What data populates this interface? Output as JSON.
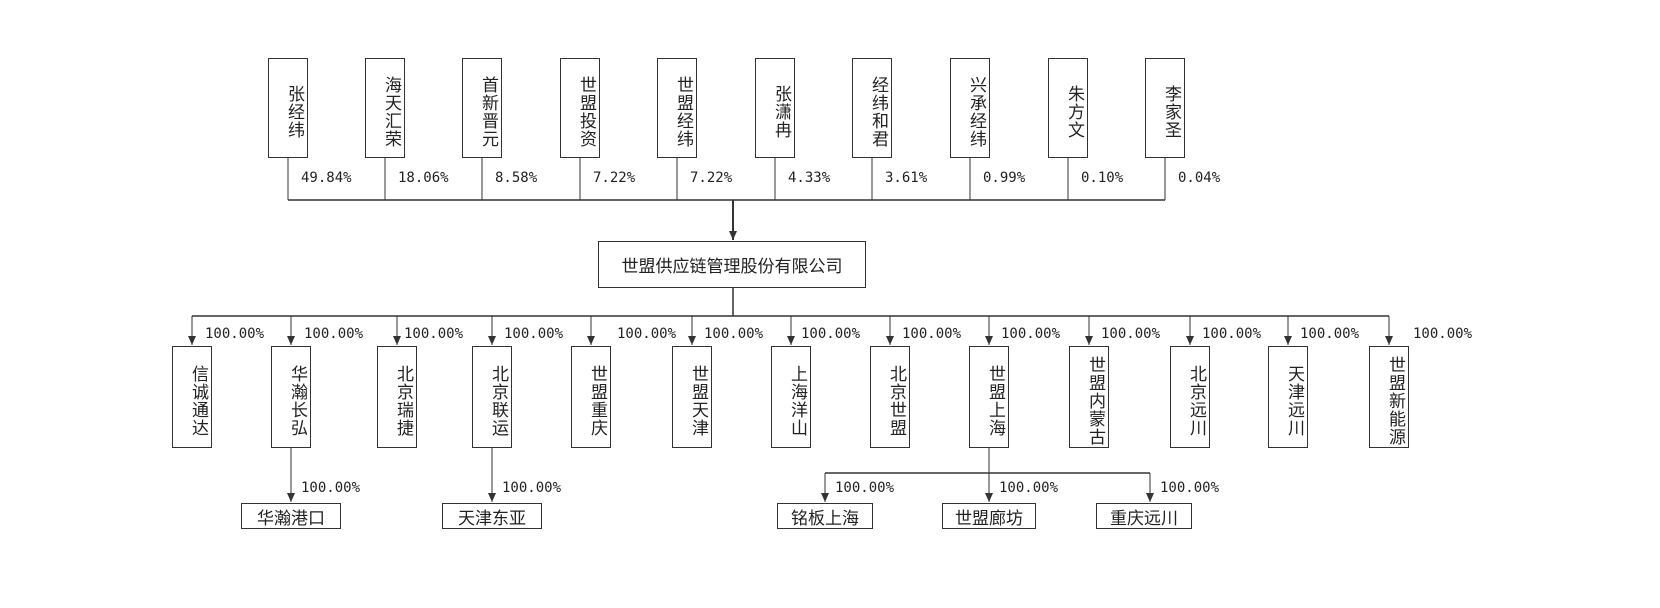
{
  "shareholders": [
    {
      "name": "张经纬",
      "share": "49.84%"
    },
    {
      "name": "海天汇荣",
      "share": "18.06%"
    },
    {
      "name": "首新晋元",
      "share": "8.58%"
    },
    {
      "name": "世盟投资",
      "share": "7.22%"
    },
    {
      "name": "世盟经纬",
      "share": "7.22%"
    },
    {
      "name": "张潇冉",
      "share": "4.33%"
    },
    {
      "name": "经纬和君",
      "share": "3.61%"
    },
    {
      "name": "兴承经纬",
      "share": "0.99%"
    },
    {
      "name": "朱方文",
      "share": "0.10%"
    },
    {
      "name": "李家圣",
      "share": "0.04%"
    }
  ],
  "company": {
    "name": "世盟供应链管理股份有限公司"
  },
  "subsidiaries": [
    {
      "name": "信诚通达",
      "share": "100.00%"
    },
    {
      "name": "华瀚长弘",
      "share": "100.00%",
      "children": [
        {
          "name": "华瀚港口",
          "share": "100.00%"
        }
      ]
    },
    {
      "name": "北京瑞捷",
      "share": "100.00%"
    },
    {
      "name": "北京联运",
      "share": "100.00%",
      "children": [
        {
          "name": "天津东亚",
          "share": "100.00%"
        }
      ]
    },
    {
      "name": "世盟重庆",
      "share": "100.00%"
    },
    {
      "name": "世盟天津",
      "share": "100.00%"
    },
    {
      "name": "上海洋山",
      "share": "100.00%"
    },
    {
      "name": "北京世盟",
      "share": "100.00%"
    },
    {
      "name": "世盟上海",
      "share": "100.00%",
      "children": [
        {
          "name": "铭板上海",
          "share": "100.00%"
        },
        {
          "name": "世盟廊坊",
          "share": "100.00%"
        },
        {
          "name": "重庆远川",
          "share": "100.00%"
        }
      ]
    },
    {
      "name": "世盟内蒙古",
      "share": "100.00%"
    },
    {
      "name": "北京远川",
      "share": "100.00%"
    },
    {
      "name": "天津远川",
      "share": "100.00%"
    },
    {
      "name": "世盟新能源",
      "share": "100.00%"
    }
  ]
}
